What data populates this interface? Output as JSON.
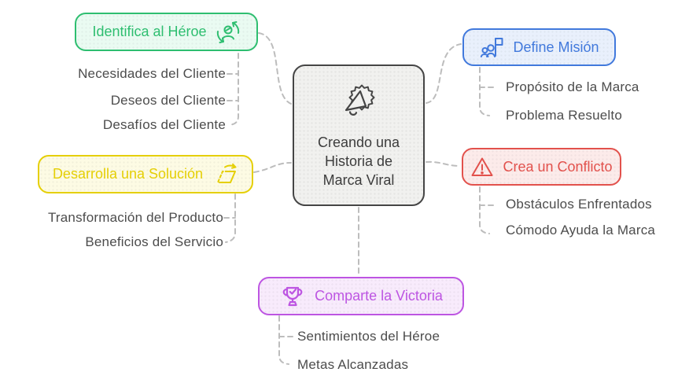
{
  "title": "Creando una Historia de Marca Viral",
  "center": {
    "lines": [
      "Creando una",
      "Historia de",
      "Marca Viral"
    ],
    "icon": "megaphone-burst-icon",
    "border_color": "#454545",
    "fill_color": "#f1f1ef",
    "text_color": "#3d3d3d"
  },
  "colors": {
    "background": "#ffffff",
    "connector": "#bdbdbd",
    "subitem_text": "#4c4c4c"
  },
  "branches": [
    {
      "label": "Identifica al Héroe",
      "icon": "user-cycle-icon",
      "color": "#2ebe70",
      "bg": "#eafbf2",
      "items": [
        "Necesidades del Cliente",
        "Deseos del Cliente",
        "Desafíos del Cliente"
      ]
    },
    {
      "label": "Desarrolla una Solución",
      "icon": "transform-arrow-icon",
      "color": "#e5cf06",
      "bg": "#fdfbe4",
      "items": [
        "Transformación del Producto",
        "Beneficios del Servicio"
      ]
    },
    {
      "label": "Define Misión",
      "icon": "team-flag-icon",
      "color": "#4179dc",
      "bg": "#e9f0fc",
      "items": [
        "Propósito de la Marca",
        "Problema Resuelto"
      ]
    },
    {
      "label": "Crea un Conflicto",
      "icon": "warning-triangle-icon",
      "color": "#e2514c",
      "bg": "#fcebea",
      "items": [
        "Obstáculos Enfrentados",
        "Cómodo Ayuda la Marca"
      ]
    },
    {
      "label": "Comparte la Victoria",
      "icon": "trophy-check-icon",
      "color": "#bd55e2",
      "bg": "#f8ebfc",
      "items": [
        "Sentimientos del Héroe",
        "Metas Alcanzadas"
      ]
    }
  ]
}
